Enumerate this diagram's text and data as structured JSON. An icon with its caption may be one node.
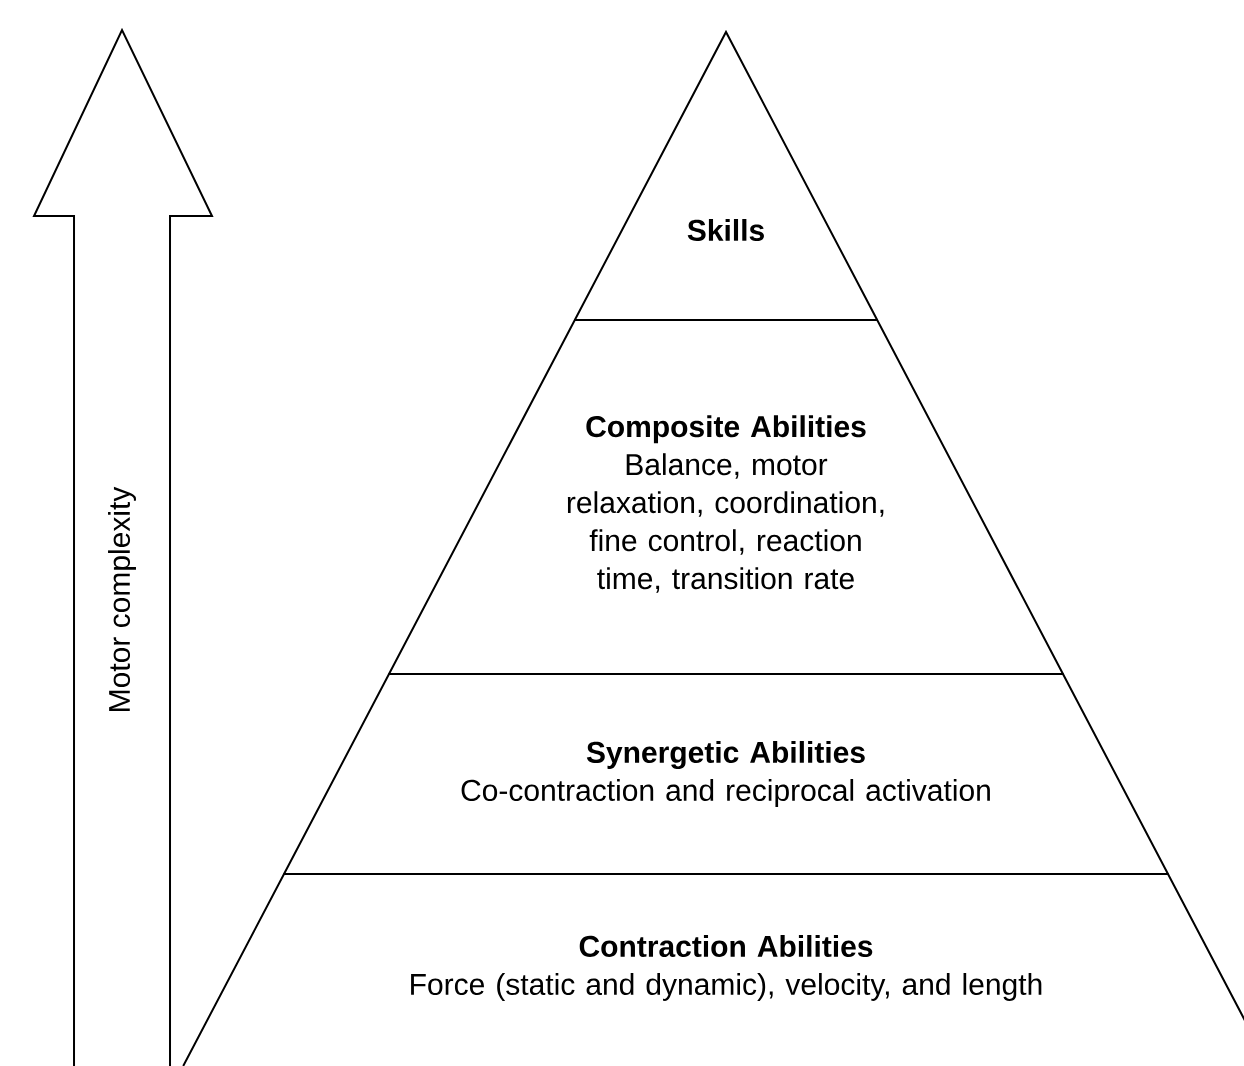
{
  "diagram": {
    "nodes": [
      {
        "text": [
          "Skills"
        ]
      },
      {
        "text": [
          "Composite Abilities",
          "Balance, motor relaxation, coordination, fine control, reaction time, transition rate"
        ]
      },
      {
        "text": [
          "Synergetic Abilities",
          "Co-contraction and reciprocal activation"
        ]
      },
      {
        "text": [
          "Contraction Abilities",
          "Force (static and dynamic), velocity, and length"
        ]
      }
    ],
    "labels": [
      "Motor complexity"
    ]
  }
}
